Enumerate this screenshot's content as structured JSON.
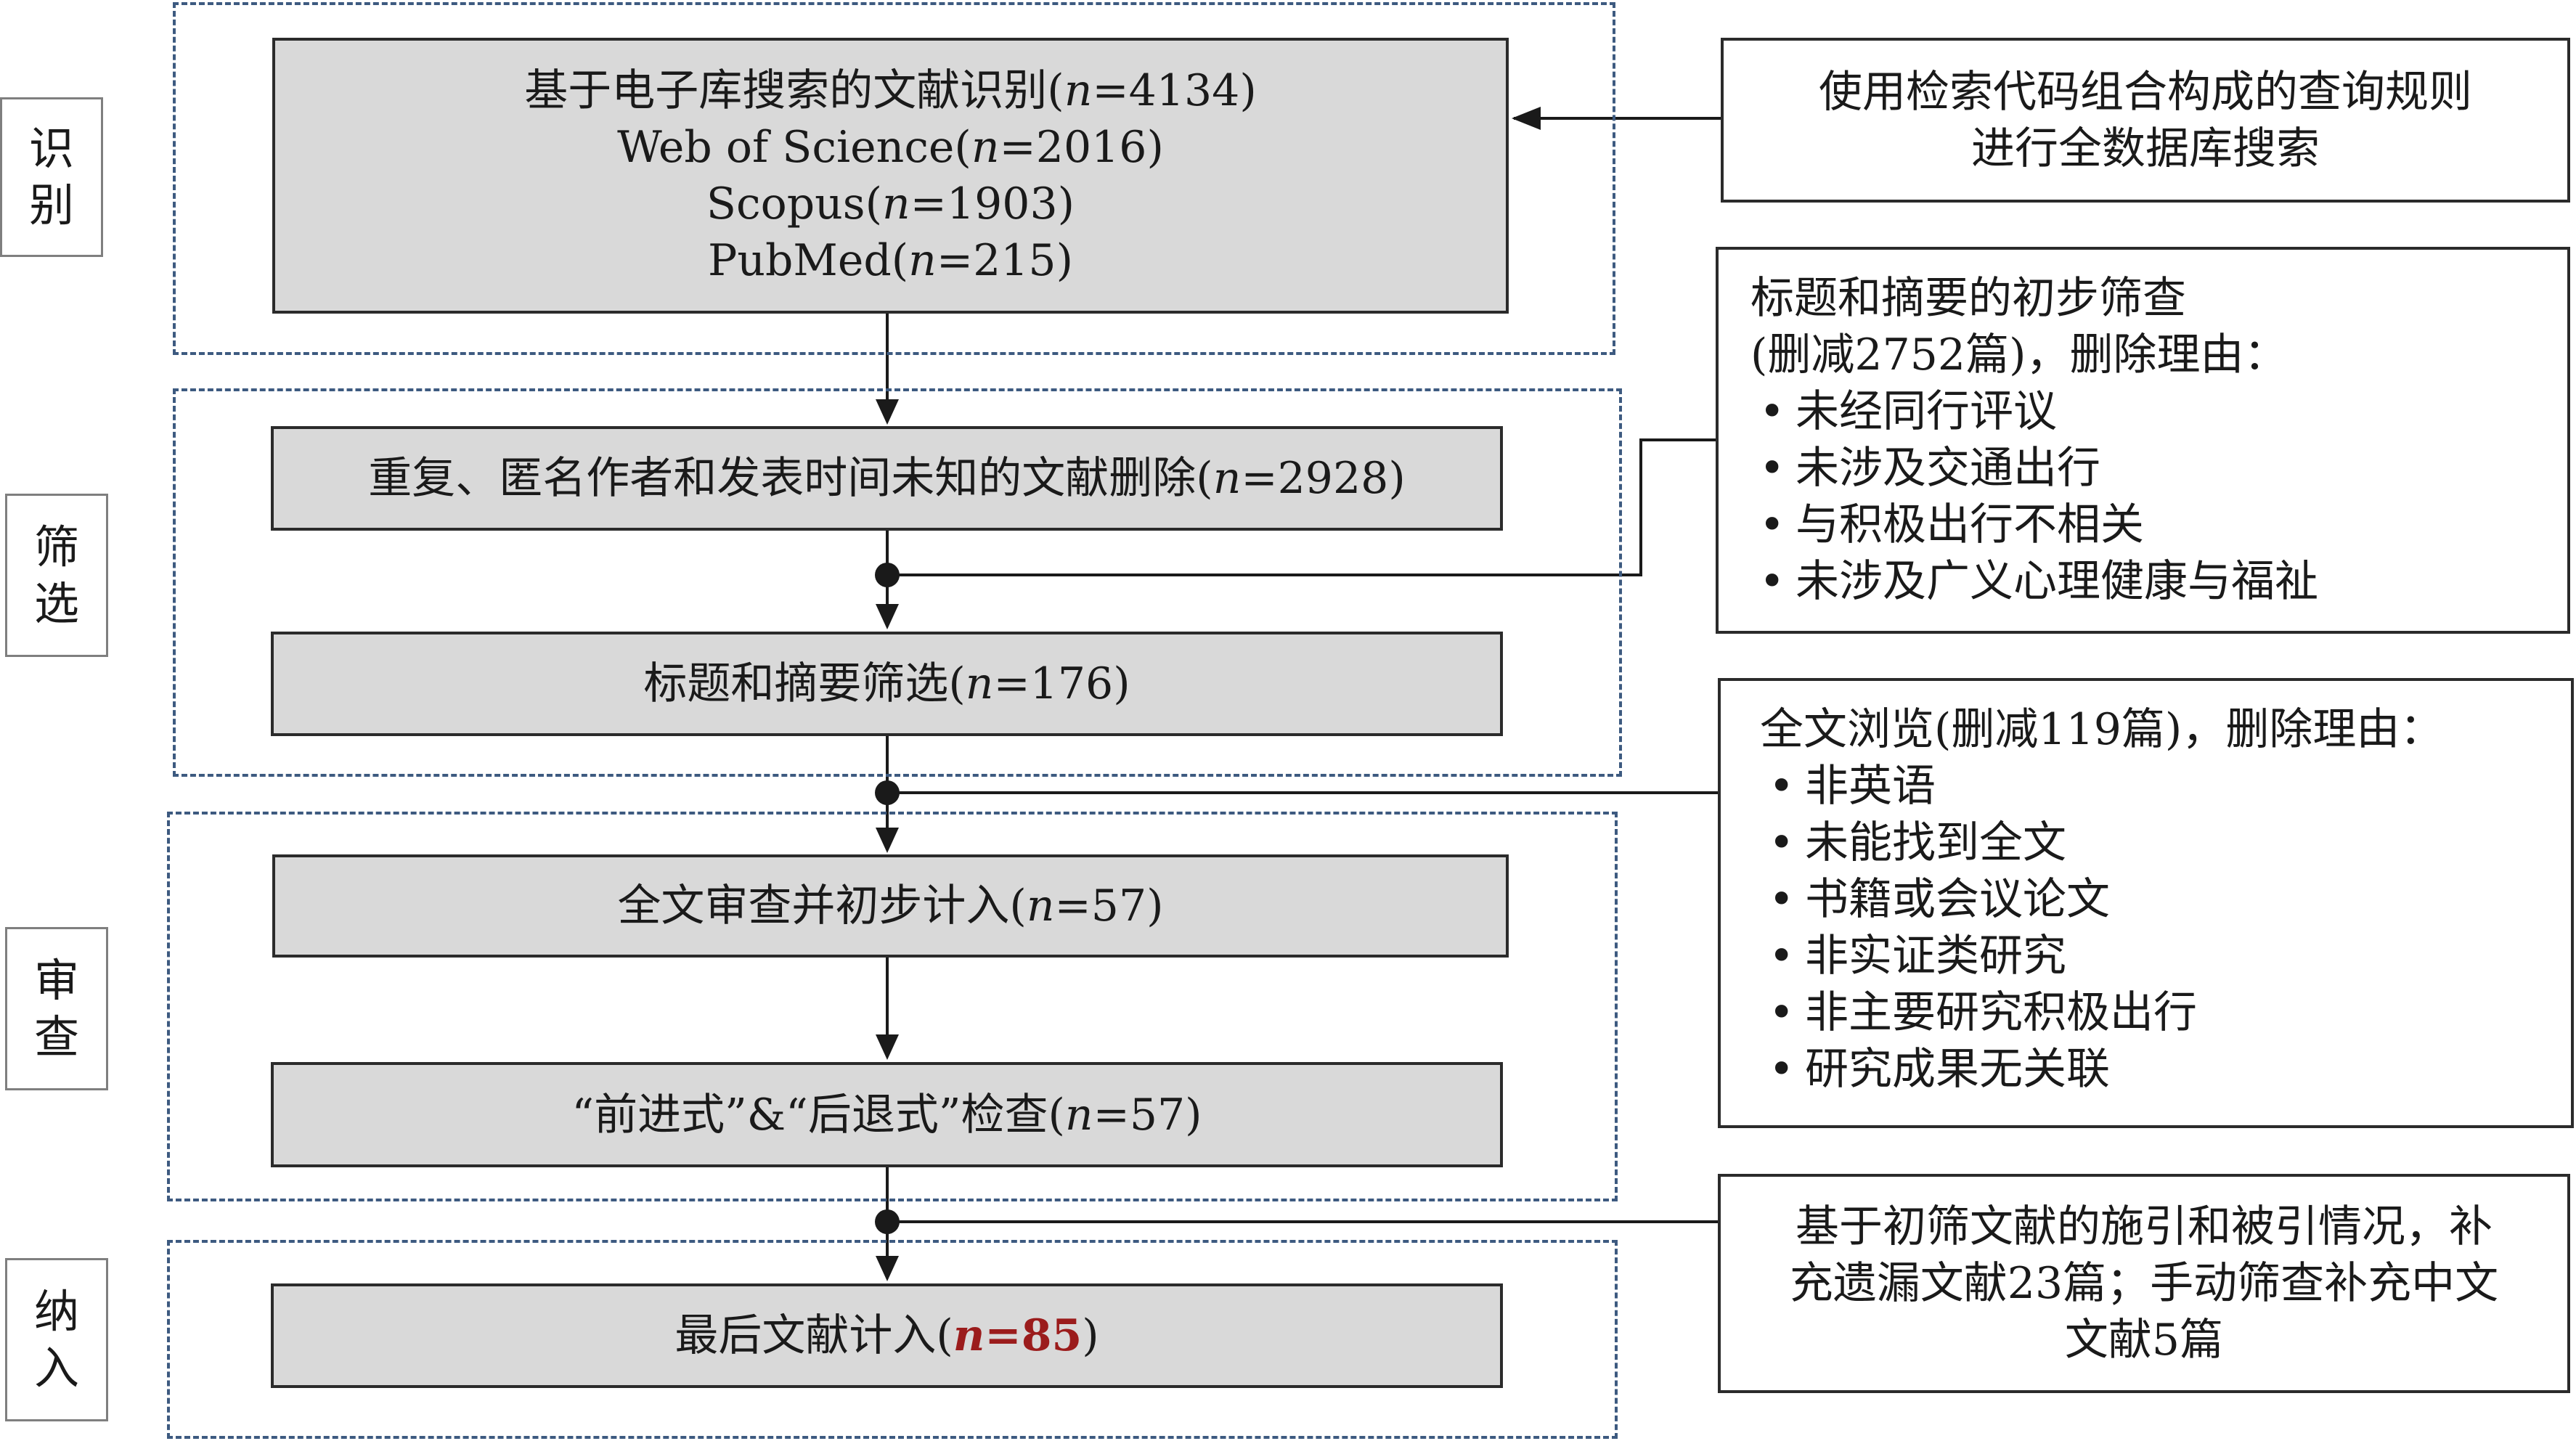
{
  "stages": [
    {
      "name": "stage-identification",
      "line1": "识",
      "line2": "别"
    },
    {
      "name": "stage-screening",
      "line1": "筛",
      "line2": "选"
    },
    {
      "name": "stage-review",
      "line1": "审",
      "line2": "查"
    },
    {
      "name": "stage-inclusion",
      "line1": "纳",
      "line2": "入"
    }
  ],
  "boxes": {
    "identification": {
      "pre": "基于电子库搜索的文献识别(",
      "n": "n",
      "post": "=4134)",
      "sources": [
        {
          "pre": "Web of Science(",
          "n": "n",
          "post": "=2016)"
        },
        {
          "pre": "Scopus(",
          "n": "n",
          "post": "=1903)"
        },
        {
          "pre": "PubMed(",
          "n": "n",
          "post": "=215)"
        }
      ]
    },
    "dedup": {
      "pre": "重复、匿名作者和发表时间未知的文献删除(",
      "n": "n",
      "post": "=2928)"
    },
    "title_screen": {
      "pre": "标题和摘要筛选(",
      "n": "n",
      "post": "=176)"
    },
    "fulltext": {
      "pre": "全文审查并初步计入(",
      "n": "n",
      "post": "=57)"
    },
    "snowball": {
      "pre": "“前进式”&“后退式”检查(",
      "n": "n",
      "post": "=57)"
    },
    "final": {
      "pre": "最后文献计入(",
      "n": "n",
      "value": "=85",
      "post": ")"
    }
  },
  "side_notes": {
    "search_rule": {
      "line1": "使用检索代码组合构成的查询规则",
      "line2": "进行全数据库搜索"
    },
    "title_abstract": {
      "line1": "标题和摘要的初步筛查",
      "line2": "(删减2752篇)，删除理由：",
      "reasons": [
        "未经同行评议",
        "未涉及交通出行",
        "与积极出行不相关",
        "未涉及广义心理健康与福祉"
      ]
    },
    "fulltext_browse": {
      "line1": "全文浏览(删减119篇)，删除理由：",
      "reasons": [
        "非英语",
        "未能找到全文",
        "书籍或会议论文",
        "非实证类研究",
        "非主要研究积极出行",
        "研究成果无关联"
      ]
    },
    "supplement": {
      "line1": "基于初筛文献的施引和被引情况，补",
      "line2": "充遗漏文献23篇；手动筛查补充中文",
      "line3": "文献5篇"
    }
  },
  "colors": {
    "box_fill": "#d9d9d9",
    "dashed_border": "#3d5a80",
    "final_value": "#9b1c1c"
  }
}
